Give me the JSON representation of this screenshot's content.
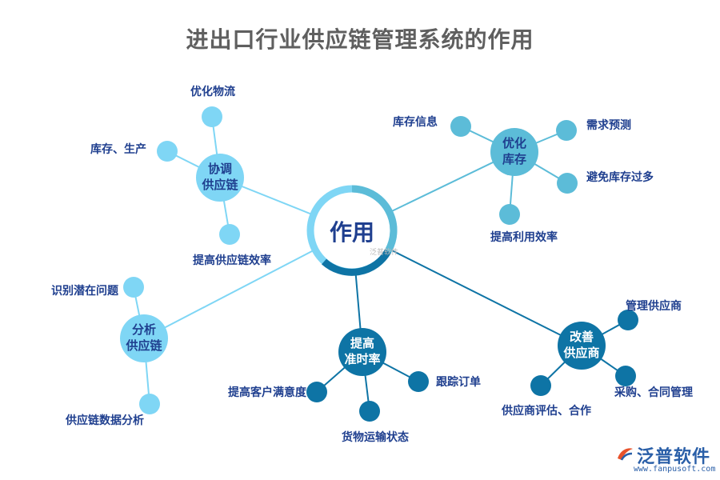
{
  "title": "进出口行业供应链管理系统的作用",
  "center": {
    "label": "作用"
  },
  "watermark": "泛普软件",
  "logo": {
    "brand": "泛普软件",
    "url": "www.fanpusoft.com"
  },
  "colors": {
    "light": "#7fd6f5",
    "mid": "#5cbcd8",
    "dark": "#0e74a5",
    "text": "#1f3f8f"
  },
  "hubs": [
    {
      "id": "coordinate",
      "label_line1": "协调",
      "label_line2": "供应链",
      "leaves": [
        "优化物流",
        "库存、生产",
        "提高供应链效率"
      ]
    },
    {
      "id": "inventory",
      "label_line1": "优化",
      "label_line2": "库存",
      "leaves": [
        "库存信息",
        "需求预测",
        "避免库存过多",
        "提高利用效率"
      ]
    },
    {
      "id": "analysis",
      "label_line1": "分析",
      "label_line2": "供应链",
      "leaves": [
        "识别潜在问题",
        "供应链数据分析"
      ]
    },
    {
      "id": "ontime",
      "label_line1": "提高",
      "label_line2": "准时率",
      "leaves": [
        "提高客户满意度",
        "跟踪订单",
        "货物运输状态"
      ]
    },
    {
      "id": "supplier",
      "label_line1": "改善",
      "label_line2": "供应商",
      "leaves": [
        "管理供应商",
        "采购、合同管理",
        "供应商评估、合作"
      ]
    }
  ]
}
